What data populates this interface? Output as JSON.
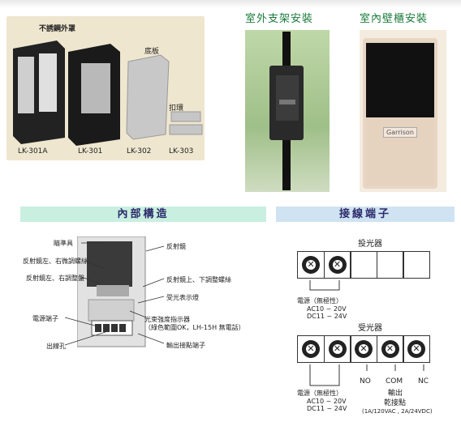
{
  "products": {
    "cover_label": "不誘鋼外罩",
    "base_label": "底板",
    "ring_label": "扣環",
    "models": [
      "LK-301A",
      "LK-301",
      "LK-302",
      "LK-303"
    ]
  },
  "installs": {
    "outdoor_caption": "室外支架安裝",
    "indoor_caption": "室內壁櫃安裝",
    "brand_text": "Garrison"
  },
  "sections": {
    "internal_title": "內部構造",
    "wiring_title": "接線端子"
  },
  "internal": {
    "labels": {
      "lens": "瞄準具",
      "reflector": "反射鏡",
      "lr_screw": "反射鏡左、右微調螺絲",
      "ud_screw": "反射鏡上、下調整螺絲",
      "lr_adjust": "反射鏡左、右調整盤",
      "indicator": "受光表示燈",
      "power_term": "電源端子",
      "strength": "光束強度指示器",
      "strength_note": "（綠色範圍OK，LH-15H 無電話）",
      "outlet": "出線孔",
      "output_term": "輸出接點端子"
    }
  },
  "wiring": {
    "tx_title": "投光器",
    "rx_title": "受光器",
    "power_label": "電源（無極性）",
    "ac_range": "AC10 ~ 20V",
    "dc_range": "DC11 ~ 24V",
    "terminals": [
      "NO",
      "COM",
      "NC"
    ],
    "output_label": "輸出",
    "contact_label": "乾接點",
    "contact_rating": "(1A/120VAC , 2A/24VDC)"
  }
}
